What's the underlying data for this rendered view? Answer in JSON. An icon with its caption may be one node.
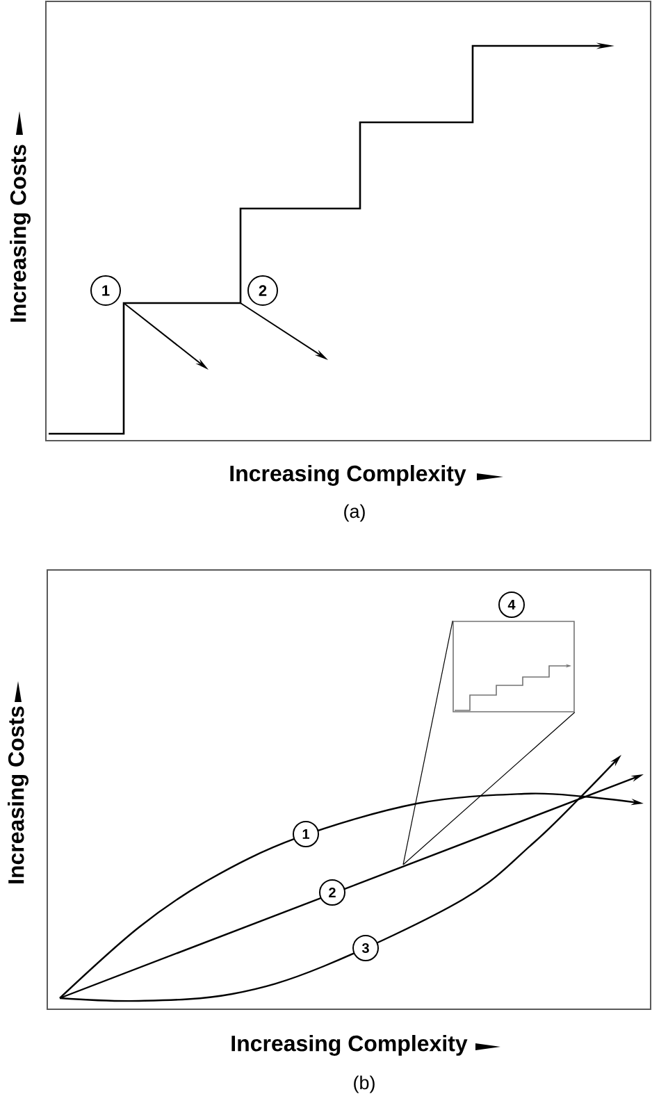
{
  "diagram": {
    "nodes": [
      {
        "text": [
          "1"
        ]
      },
      {
        "text": [
          "2"
        ]
      },
      {
        "text": [
          "4"
        ]
      },
      {
        "text": [],
        "shape": "picture"
      },
      {
        "text": [
          "1"
        ]
      },
      {
        "text": [
          "2"
        ]
      },
      {
        "text": [
          "3"
        ]
      }
    ],
    "edges": [
      {
        "from": 3,
        "to": null,
        "arrow": "none"
      },
      {
        "from": 3,
        "to": null,
        "arrow": "none"
      }
    ],
    "labels": [
      "Increasing Costs",
      "Increasing Complexity",
      "(a)",
      "Increasing Costs",
      "Increasing Complexity",
      "(b)"
    ]
  }
}
